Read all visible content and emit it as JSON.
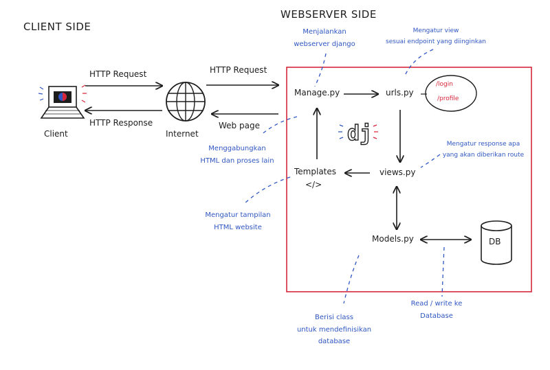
{
  "headings": {
    "client_side": "CLIENT SIDE",
    "webserver_side": "WEBSERVER SIDE"
  },
  "client": {
    "label": "Client"
  },
  "internet": {
    "label": "Internet"
  },
  "arrows": {
    "http_request_1": "HTTP Request",
    "http_response": "HTTP Response",
    "http_request_2": "HTTP Request",
    "web_page": "Web page"
  },
  "nodes": {
    "manage": "Manage.py",
    "urls": "urls.py",
    "views": "views.py",
    "templates": "Templates",
    "templates_tag": "</>",
    "models": "Models.py",
    "db": "DB",
    "django_logo": "dj"
  },
  "routes": [
    "/login",
    "/profile"
  ],
  "notes": {
    "manage": [
      "Menjalankan",
      "webserver django"
    ],
    "urls": [
      "Mengatur view",
      "sesuai endpoint yang diinginkan"
    ],
    "templates_merge": [
      "Menggabungkan",
      "HTML dan proses lain"
    ],
    "views": [
      "Mengatur response apa",
      "yang akan diberikan route"
    ],
    "templates_display": [
      "Mengatur tampilan",
      "HTML website"
    ],
    "models": [
      "Berisi class",
      "untuk mendefinisikan",
      "database"
    ],
    "db": [
      "Read / write ke",
      "Database"
    ]
  },
  "colors": {
    "ink": "#1d1d1d",
    "note_blue": "#2f56c2",
    "server_box": "#d6263a",
    "route_red": "#d6263a",
    "laptop_screen": "#2f56c2"
  }
}
